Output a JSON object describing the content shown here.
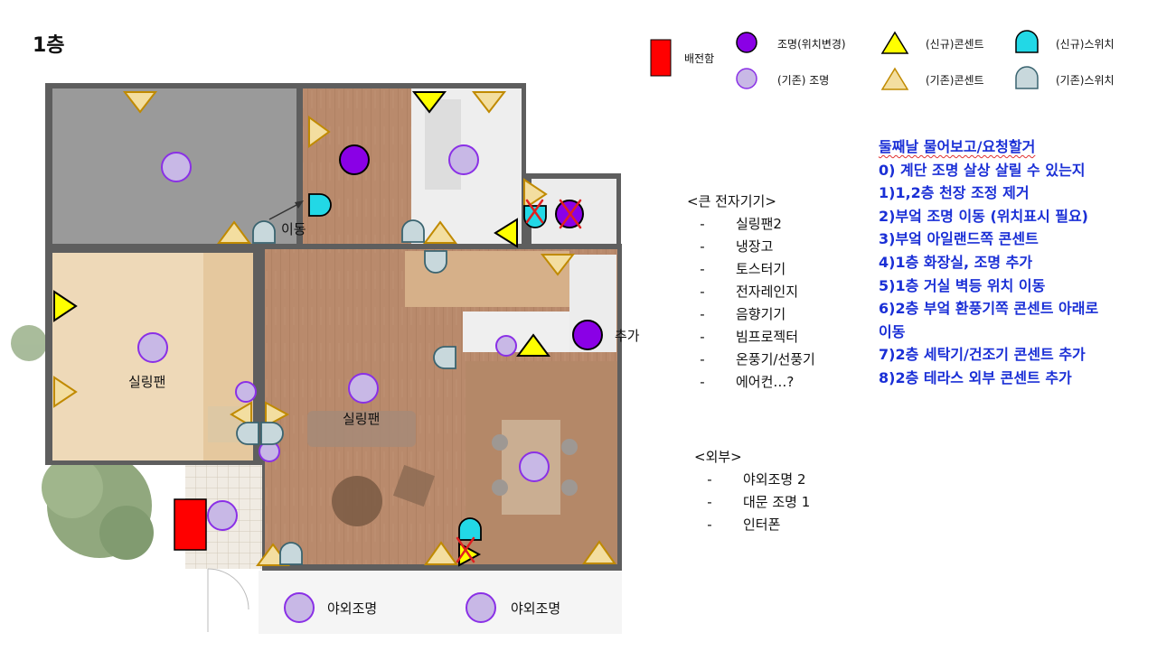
{
  "page": {
    "title": "1층"
  },
  "legend": {
    "panel_label": "배전함",
    "light_moved_label": "조명(위치변경)",
    "light_existing_label": "(기존) 조명",
    "outlet_new_label": "(신규)콘센트",
    "outlet_existing_label": "(기존)콘센트",
    "switch_new_label": "(신규)스위치",
    "switch_existing_label": "(기존)스위치"
  },
  "plan_labels": {
    "move_label": "이동",
    "add_label": "추가",
    "ceiling_fan_left": "실링팬",
    "ceiling_fan_center": "실링팬",
    "outdoor_light_1": "야외조명",
    "outdoor_light_2": "야외조명"
  },
  "appliances": {
    "heading": "<큰 전자기기>",
    "items": [
      "실링팬2",
      "냉장고",
      "토스터기",
      "전자레인지",
      "음향기기",
      "빔프로젝터",
      "온풍기/선풍기",
      "에어컨…?"
    ]
  },
  "exterior": {
    "heading": "<외부>",
    "items": [
      "야외조명 2",
      "대문 조명 1",
      "인터폰"
    ]
  },
  "notes": {
    "title": "둘째날 물어보고/요청할거",
    "lines": [
      "0) 계단 조명 살상 살릴 수 있는지",
      "1)1,2층 천장 조정 제거",
      "2)부엌 조명 이동 (위치표시 필요)",
      "3)부엌 아일랜드쪽 콘센트",
      "4)1층 화장실, 조명 추가",
      "5)1층 거실 벽등 위치 이동",
      "6)2층 부엌 환풍기쪽 콘센트 아래로",
      "이동",
      "7)2층 세탁기/건조기 콘센트 추가",
      "8)2층 테라스 외부 콘센트 추가"
    ]
  },
  "colors": {
    "light_moved": "#8a00e6",
    "light_existing": "#c8b8e6",
    "outlet_new": "#ffff00",
    "outlet_existing": "#f3dea0",
    "switch_new": "#22d8e6",
    "switch_existing": "#c8d8dc",
    "panel": "#ff0000",
    "notes_text": "#1a2fd6"
  }
}
